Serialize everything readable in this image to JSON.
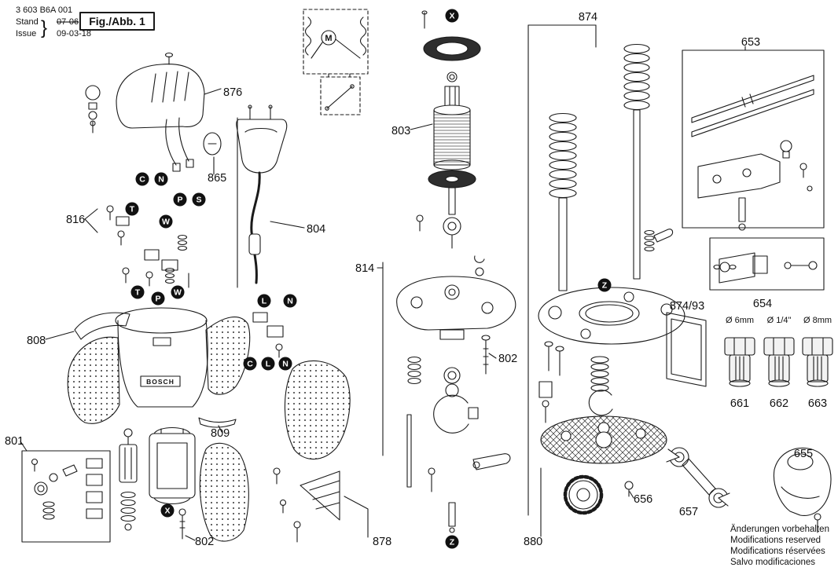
{
  "header": {
    "part_number": "3 603 B6A 001",
    "stand_label": "Stand",
    "stand_value": "07-06",
    "issue_label": "Issue",
    "issue_value": "09-03-18",
    "brace": "}",
    "figure_label": "Fig./Abb. 1"
  },
  "brand": "BOSCH",
  "motor_symbol": "M",
  "part_labels": [
    {
      "text": "876"
    },
    {
      "text": "865"
    },
    {
      "text": "816"
    },
    {
      "text": "804"
    },
    {
      "text": "808"
    },
    {
      "text": "801"
    },
    {
      "text": "802"
    },
    {
      "text": "809"
    },
    {
      "text": "878"
    },
    {
      "text": "803"
    },
    {
      "text": "814"
    },
    {
      "text": "802"
    },
    {
      "text": "880"
    },
    {
      "text": "874"
    },
    {
      "text": "874/93"
    },
    {
      "text": "653"
    },
    {
      "text": "654"
    },
    {
      "text": "661"
    },
    {
      "text": "662"
    },
    {
      "text": "663"
    },
    {
      "text": "655"
    },
    {
      "text": "656"
    },
    {
      "text": "657"
    }
  ],
  "callouts": [
    {
      "letter": "X"
    },
    {
      "letter": "C"
    },
    {
      "letter": "N"
    },
    {
      "letter": "P"
    },
    {
      "letter": "S"
    },
    {
      "letter": "T"
    },
    {
      "letter": "W"
    },
    {
      "letter": "T"
    },
    {
      "letter": "P"
    },
    {
      "letter": "W"
    },
    {
      "letter": "L"
    },
    {
      "letter": "N"
    },
    {
      "letter": "C"
    },
    {
      "letter": "L"
    },
    {
      "letter": "N"
    },
    {
      "letter": "X"
    },
    {
      "letter": "Z"
    },
    {
      "letter": "Z"
    }
  ],
  "diameter_labels": [
    "Ø 6mm",
    "Ø 1/4\"",
    "Ø 8mm"
  ],
  "footer": {
    "lines": [
      "Änderungen vorbehalten",
      "Modifications reserved",
      "Modifications réservées",
      "Salvo modificaciones"
    ]
  }
}
